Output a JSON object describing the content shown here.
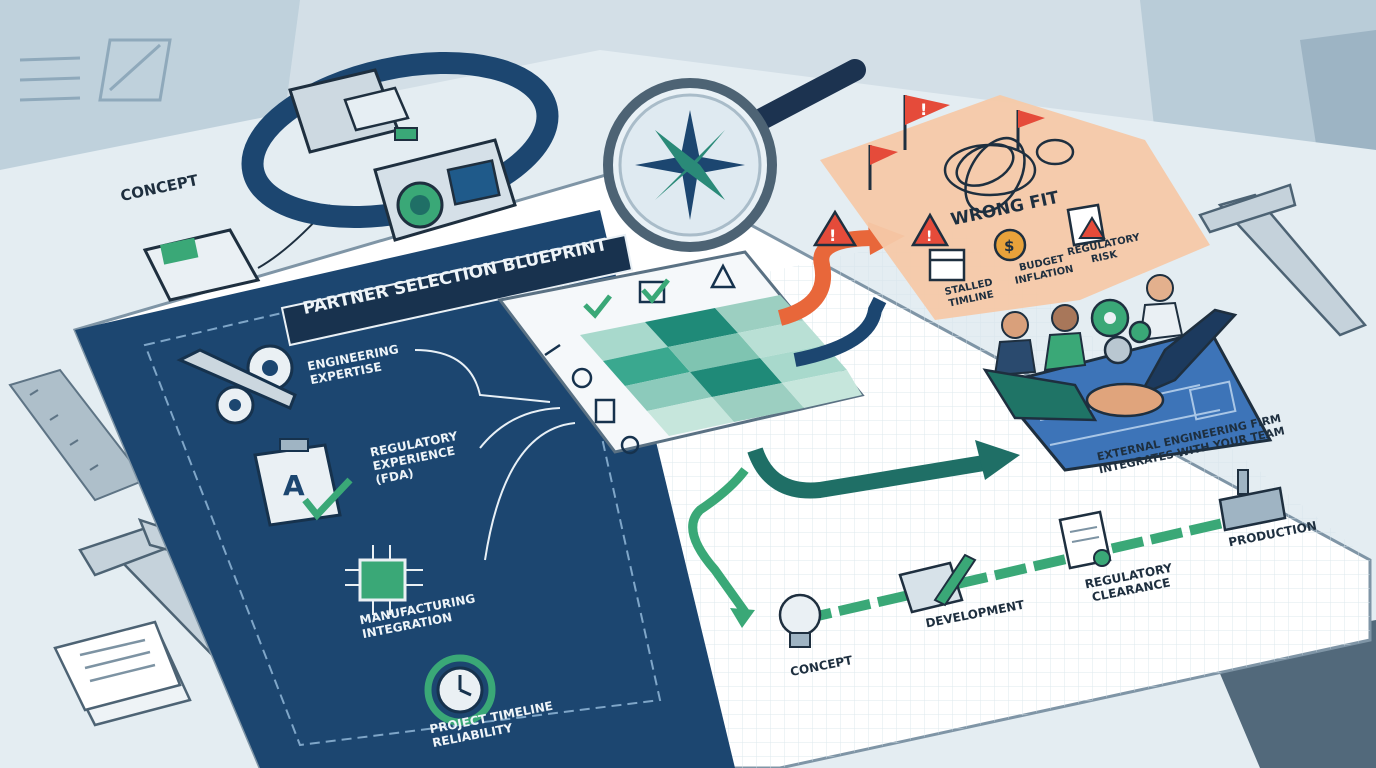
{
  "labels": {
    "concept_top": "CONCEPT",
    "blueprint_title": "PARTNER SELECTION BLUEPRINT",
    "wrong_fit": "WRONG FIT",
    "stalled_timeline": "STALLED TIMLINE",
    "budget_inflation": "BUDGET INFLATION",
    "regulatory_risk": "REGULATORY RISK",
    "external_firm": "EXTERNAL ENGINEERING FIRM INTEGRATES WITH YOUR TEAM",
    "production": "PRODUCTION",
    "regulatory_clearance": "REGULATORY CLEARANCE",
    "development": "DEVELOPMENT",
    "concept_bottom": "CONCEPT"
  },
  "criteria": [
    {
      "label": "ENGINEERING EXPERTISE",
      "icon": "wrench-gear-icon"
    },
    {
      "label": "REGULATORY EXPERIENCE (FDA)",
      "icon": "clipboard-check-icon"
    },
    {
      "label": "MANUFACTURING INTEGRATION",
      "icon": "microchip-icon"
    },
    {
      "label": "PROJECT TIMELINE RELIABILITY",
      "icon": "clock-cycle-icon"
    }
  ],
  "colors": {
    "navy": "#1c4670",
    "teal": "#1f8a78",
    "orange": "#e8673a",
    "green": "#3aa877"
  }
}
